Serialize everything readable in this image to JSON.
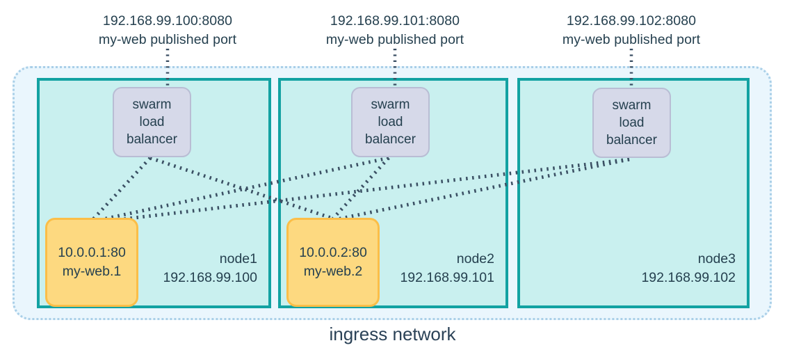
{
  "diagram": {
    "title": "ingress network",
    "bottom_label": "ingress network",
    "colors": {
      "ingress_fill": "#eaf6fd",
      "ingress_border": "#a9cfe8",
      "node_fill": "#c9f0ef",
      "node_border": "#13a2a2",
      "load_balancer_fill": "#d6d9e9",
      "load_balancer_border": "#b9bdd4",
      "task_fill": "#fdd980",
      "task_border": "#fbbe48",
      "connector": "#3a4f63",
      "text": "#25404f"
    }
  },
  "published_ports": [
    {
      "address": "192.168.99.100:8080",
      "description": "my-web published port"
    },
    {
      "address": "192.168.99.101:8080",
      "description": "my-web published port"
    },
    {
      "address": "192.168.99.102:8080",
      "description": "my-web published port"
    }
  ],
  "nodes": [
    {
      "name": "node1",
      "ip": "192.168.99.100",
      "load_balancer": {
        "line1": "swarm",
        "line2": "load",
        "line3": "balancer"
      },
      "task": {
        "address": "10.0.0.1:80",
        "name": "my-web.1"
      }
    },
    {
      "name": "node2",
      "ip": "192.168.99.101",
      "load_balancer": {
        "line1": "swarm",
        "line2": "load",
        "line3": "balancer"
      },
      "task": {
        "address": "10.0.0.2:80",
        "name": "my-web.2"
      }
    },
    {
      "name": "node3",
      "ip": "192.168.99.102",
      "load_balancer": {
        "line1": "swarm",
        "line2": "load",
        "line3": "balancer"
      },
      "task": null
    }
  ]
}
